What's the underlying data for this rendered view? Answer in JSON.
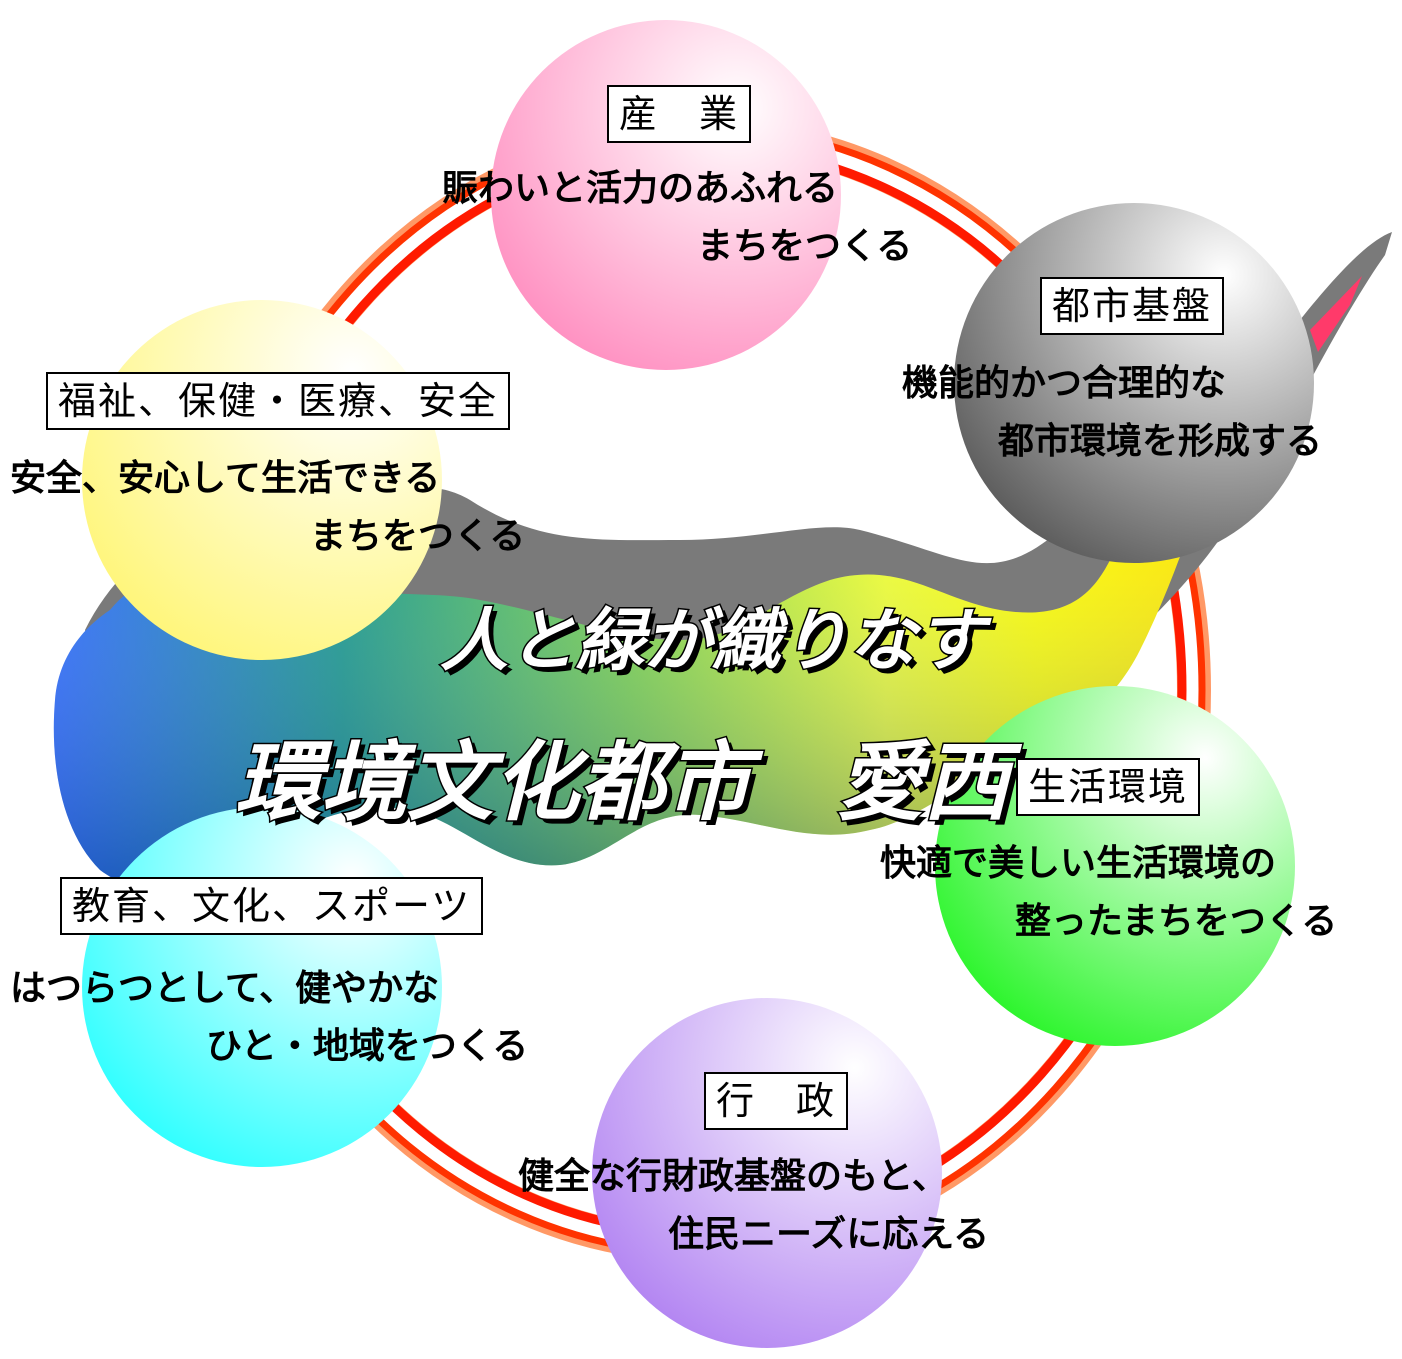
{
  "center": {
    "line1": "人と緑が織りなす",
    "line2": "環境文化都市　愛西"
  },
  "nodes": {
    "sangyo": {
      "label": "産　業",
      "desc1": "賑わいと活力のあふれる",
      "desc2": "まちをつくる",
      "color": "#ff9fc6"
    },
    "toshi": {
      "label": "都市基盤",
      "desc1": "機能的かつ合理的な",
      "desc2": "都市環境を形成する",
      "color": "#7a7a7a"
    },
    "seikatsu": {
      "label": "生活環境",
      "desc1": "快適で美しい生活環境の",
      "desc2": "整ったまちをつくる",
      "color": "#44ff44"
    },
    "gyosei": {
      "label": "行　政",
      "desc1": "健全な行財政基盤のもと、",
      "desc2": "住民ニーズに応える",
      "color": "#c79bf5"
    },
    "kyoiku": {
      "label": "教育、文化、スポーツ",
      "desc1": "はつらつとして、健やかな",
      "desc2": "ひと・地域をつくる",
      "color": "#44ffff"
    },
    "fukushi": {
      "label": "福祉、保健・医療、安全",
      "desc1": "安全、安心して生活できる",
      "desc2": "まちをつくる",
      "color": "#fff98a"
    }
  }
}
